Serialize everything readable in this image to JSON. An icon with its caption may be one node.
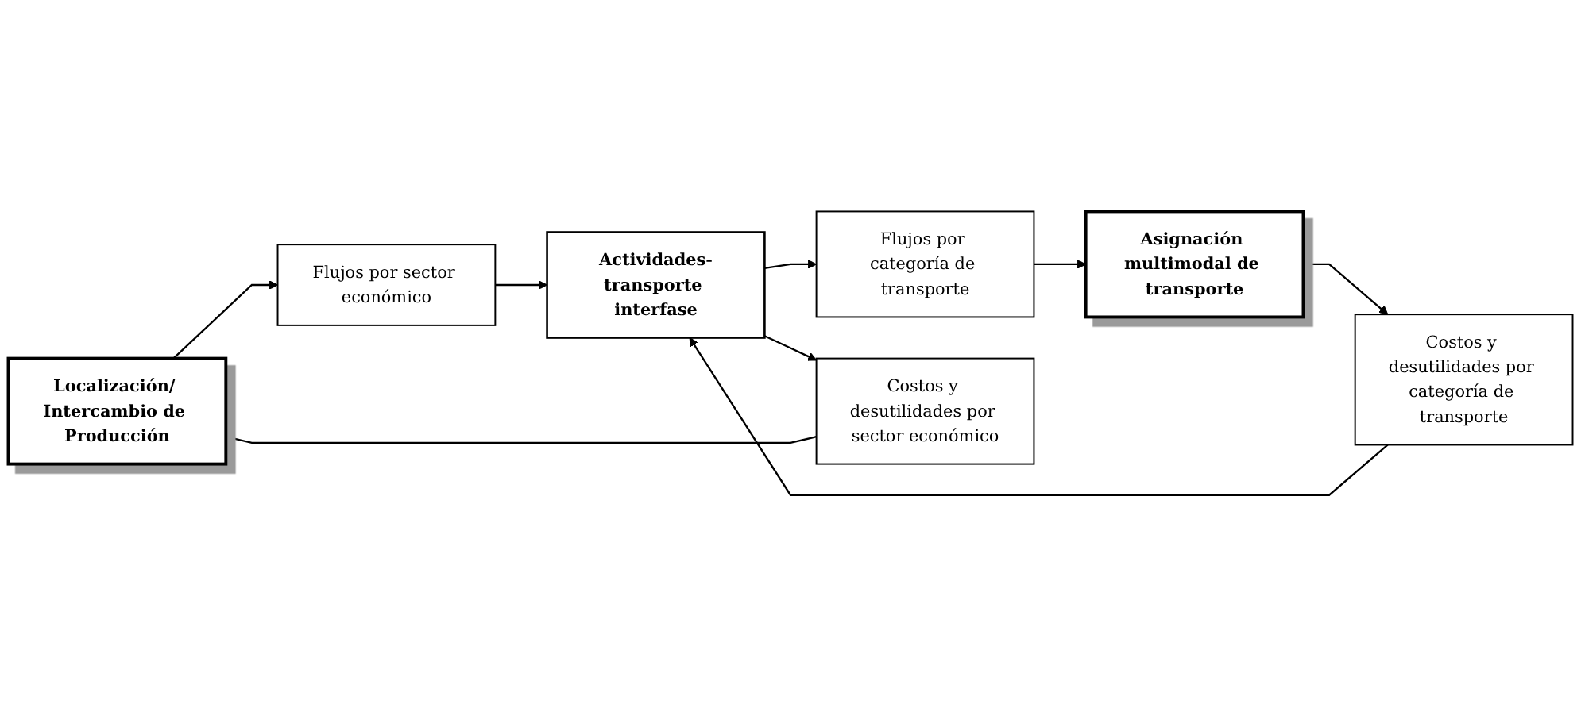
{
  "diagram": {
    "nodes": [
      {
        "text": [
          "Localización/ Intercambio de Producción"
        ]
      },
      {
        "text": [
          "Flujos por sector económico"
        ]
      },
      {
        "text": [
          "Actividades-transporte interfase"
        ]
      },
      {
        "text": [
          "Flujos por categoría de transporte"
        ]
      },
      {
        "text": [
          "Asignación multimodal de transporte"
        ]
      },
      {
        "text": [
          "Costos y desutilidades por sector económico"
        ]
      },
      {
        "text": [
          "Costos y desutilidades por categoría de transporte"
        ]
      }
    ],
    "edges": [
      {
        "from": 0,
        "to": 1,
        "arrow": "to"
      },
      {
        "from": 1,
        "to": 2,
        "arrow": "to"
      },
      {
        "from": 2,
        "to": 3,
        "arrow": "to"
      },
      {
        "from": 3,
        "to": 4,
        "arrow": "to"
      },
      {
        "from": 4,
        "to": 6,
        "arrow": "to"
      },
      {
        "from": 6,
        "to": 2,
        "arrow": "to"
      },
      {
        "from": 2,
        "to": 5,
        "arrow": "to"
      },
      {
        "from": 5,
        "to": 0,
        "arrow": "to"
      }
    ]
  }
}
